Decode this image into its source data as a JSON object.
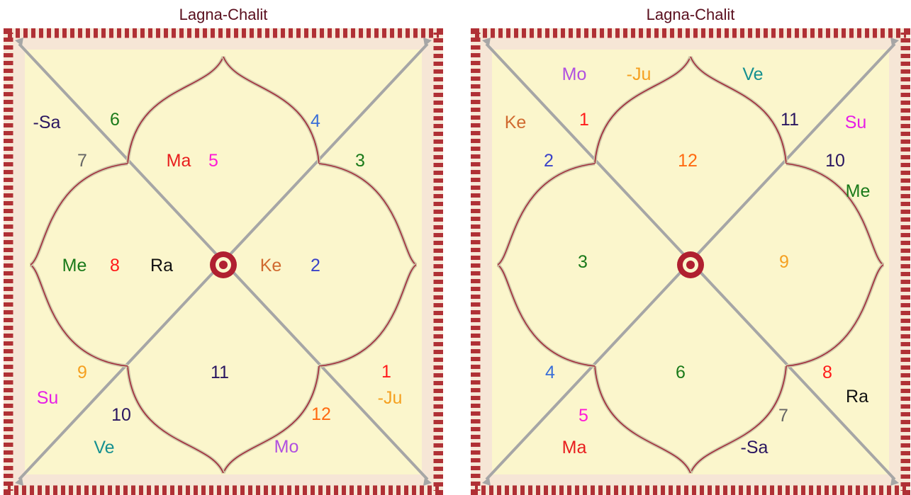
{
  "charts": [
    {
      "title": "Lagna-Chalit",
      "houses": [
        {
          "text": "1",
          "color": "#ff1a1a"
        },
        {
          "text": "2",
          "color": "#3a42c8"
        },
        {
          "text": "3",
          "color": "#1a7a1a"
        },
        {
          "text": "4",
          "color": "#3a6fd8"
        },
        {
          "text": "5",
          "color": "#ff1ad6"
        },
        {
          "text": "6",
          "color": "#1a7a1a"
        },
        {
          "text": "7",
          "color": "#666666"
        },
        {
          "text": "8",
          "color": "#ff1a1a"
        },
        {
          "text": "9",
          "color": "#f5a020"
        },
        {
          "text": "10",
          "color": "#2a1660"
        },
        {
          "text": "11",
          "color": "#2a1660"
        },
        {
          "text": "12",
          "color": "#ff6a10"
        }
      ],
      "planets": [
        {
          "text": "-Sa",
          "color": "#2a1660"
        },
        {
          "text": "Ma",
          "color": "#e81e1e"
        },
        {
          "text": "Me",
          "color": "#1a7a1a"
        },
        {
          "text": "Ra",
          "color": "#111111"
        },
        {
          "text": "Ke",
          "color": "#d06a30"
        },
        {
          "text": "Su",
          "color": "#e61ee6"
        },
        {
          "text": "-Ju",
          "color": "#f5a020"
        },
        {
          "text": "Ve",
          "color": "#159090"
        },
        {
          "text": "Mo",
          "color": "#b050e0"
        }
      ]
    },
    {
      "title": "Lagna-Chalit",
      "houses": [
        {
          "text": "1",
          "color": "#ff1a1a"
        },
        {
          "text": "2",
          "color": "#3a42c8"
        },
        {
          "text": "3",
          "color": "#1a7a1a"
        },
        {
          "text": "4",
          "color": "#3a6fd8"
        },
        {
          "text": "5",
          "color": "#ff1ad6"
        },
        {
          "text": "6",
          "color": "#1a7a1a"
        },
        {
          "text": "7",
          "color": "#666666"
        },
        {
          "text": "8",
          "color": "#ff1a1a"
        },
        {
          "text": "9",
          "color": "#f5a020"
        },
        {
          "text": "10",
          "color": "#2a1660"
        },
        {
          "text": "11",
          "color": "#2a1660"
        },
        {
          "text": "12",
          "color": "#ff6a10"
        }
      ],
      "planets": [
        {
          "text": "Mo",
          "color": "#b050e0"
        },
        {
          "text": "-Ju",
          "color": "#f5a020"
        },
        {
          "text": "Ve",
          "color": "#159090"
        },
        {
          "text": "Ke",
          "color": "#d06a30"
        },
        {
          "text": "Su",
          "color": "#e61ee6"
        },
        {
          "text": "Me",
          "color": "#1a7a1a"
        },
        {
          "text": "Ra",
          "color": "#111111"
        },
        {
          "text": "-Sa",
          "color": "#2a1660"
        },
        {
          "text": "Ma",
          "color": "#e81e1e"
        }
      ]
    }
  ],
  "theme": {
    "chart_bg": "#fbf6cc",
    "border_bg": "#f6e6d6",
    "border_motif": "#b03035",
    "curve_color": "#a02a3a",
    "diagonal_color": "#a6a6a6",
    "title_color": "#5a0f1e"
  }
}
